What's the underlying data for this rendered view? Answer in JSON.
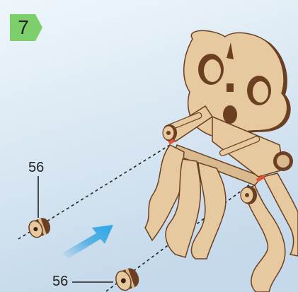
{
  "step": {
    "number": "7",
    "badge_color": "#7ccf6a"
  },
  "callouts": [
    {
      "label": "56",
      "part": "spacer-washer"
    },
    {
      "label": "56",
      "part": "spacer-washer"
    }
  ],
  "colors": {
    "background_top": "#eaf3f9",
    "background_bottom": "#c9dced",
    "wood_face": "#e7c9a0",
    "wood_edge": "#6b3f22",
    "arrow": "#2a9fe0",
    "peg_tip": "#e2552e"
  },
  "icons": {
    "direction_arrow": "arrow-up-right-icon"
  }
}
